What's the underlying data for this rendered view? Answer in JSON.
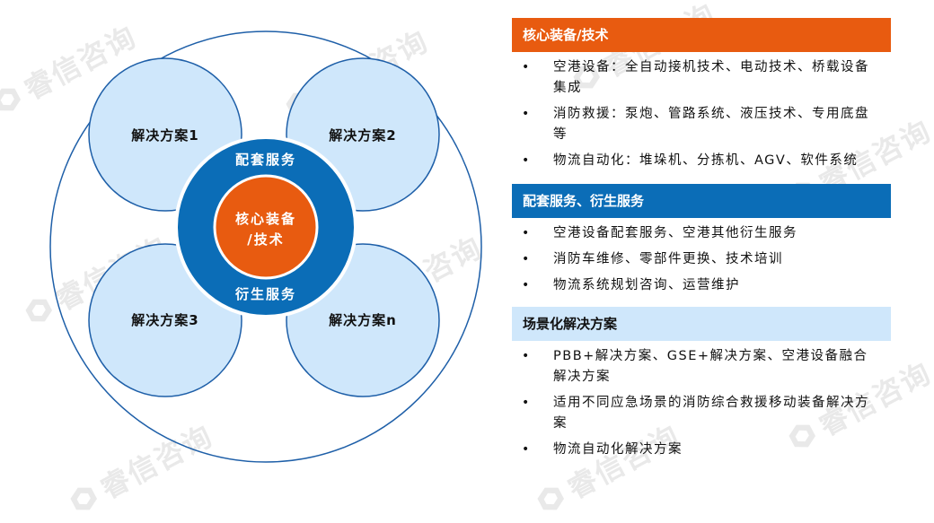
{
  "watermark": {
    "text": "睿信咨询"
  },
  "diagram": {
    "solutions": [
      "解决方案1",
      "解决方案2",
      "解决方案3",
      "解决方案n"
    ],
    "ring_top": "配套服务",
    "ring_bottom": "衍生服务",
    "core_line1": "核心装备",
    "core_line2": "/技术"
  },
  "sections": [
    {
      "title": "核心装备/技术",
      "items": [
        "空港设备：全自动接机技术、电动技术、桥载设备集成",
        "消防救援：泵炮、管路系统、液压技术、专用底盘等",
        "物流自动化：堆垛机、分拣机、AGV、软件系统"
      ]
    },
    {
      "title": "配套服务、衍生服务",
      "items": [
        "空港设备配套服务、空港其他衍生服务",
        "消防车维修、零部件更换、技术培训",
        "物流系统规划咨询、运营维护"
      ]
    },
    {
      "title": "场景化解决方案",
      "items": [
        "PBB+解决方案、GSE+解决方案、空港设备融合解决方案",
        "适用不同应急场景的消防综合救援移动装备解决方案",
        "物流自动化解决方案"
      ]
    }
  ],
  "colors": {
    "orange": "#e85b10",
    "blue": "#0b6db7",
    "light_blue": "#cfe7fb",
    "circle_outline": "#1e5fa8"
  },
  "bullet_symbol": "•"
}
